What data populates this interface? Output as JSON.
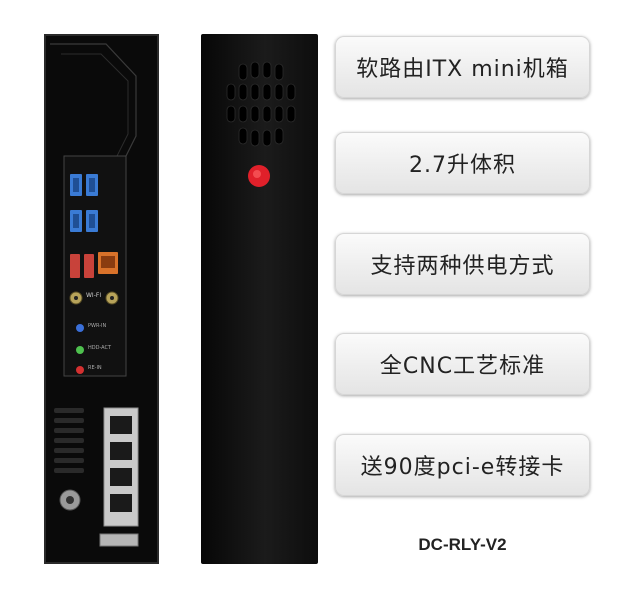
{
  "features": [
    "软路由ITX mini机箱",
    "2.7升体积",
    "支持两种供电方式",
    "全CNC工艺标准",
    "送90度pci-e转接卡"
  ],
  "model": "DC-RLY-V2",
  "io_labels": {
    "wifi": "WI-FI",
    "power_led": "PWR-IN",
    "hdd_led": "HDD-ACT",
    "reset": "RE-IN"
  },
  "colors": {
    "case_black": "#0a0a0a",
    "usb_blue": "#3a7bd5",
    "usb_red": "#c8423a",
    "power_button_red": "#e0202a",
    "feature_box": "#f0f0f0",
    "text": "#222222"
  }
}
